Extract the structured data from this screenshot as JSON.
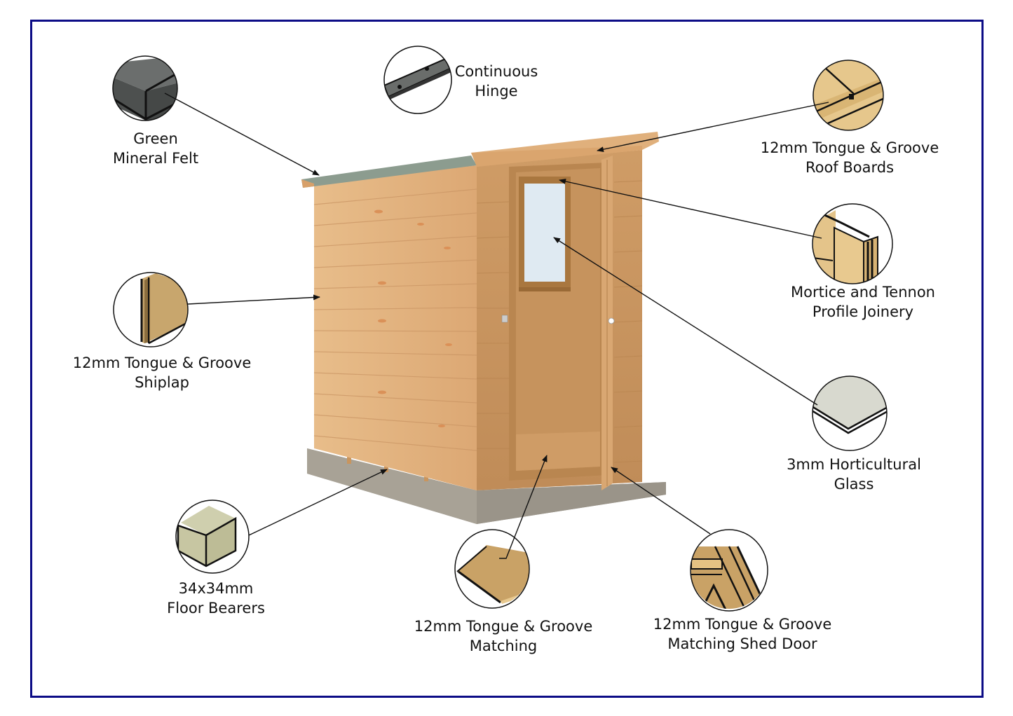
{
  "diagram": {
    "title": "Shed feature callouts",
    "frame_color": "#0c0c86",
    "callouts": [
      {
        "id": "felt",
        "icon": "mineral-felt-icon",
        "lines": [
          "Green",
          "Mineral Felt"
        ]
      },
      {
        "id": "hinge",
        "icon": "continuous-hinge-icon",
        "lines": [
          "Continuous",
          "Hinge"
        ]
      },
      {
        "id": "roof",
        "icon": "roof-boards-icon",
        "lines": [
          "12mm Tongue & Groove",
          "Roof Boards"
        ]
      },
      {
        "id": "joinery",
        "icon": "mortice-tennon-icon",
        "lines": [
          "Mortice and Tennon",
          "Profile Joinery"
        ]
      },
      {
        "id": "shiplap",
        "icon": "shiplap-icon",
        "lines": [
          "12mm Tongue & Groove",
          "Shiplap"
        ]
      },
      {
        "id": "glass",
        "icon": "horticultural-glass-icon",
        "lines": [
          "3mm Horticultural",
          "Glass"
        ]
      },
      {
        "id": "bearers",
        "icon": "floor-bearers-icon",
        "lines": [
          "34x34mm",
          "Floor Bearers"
        ]
      },
      {
        "id": "matching",
        "icon": "matching-board-icon",
        "lines": [
          "12mm Tongue & Groove",
          "Matching"
        ]
      },
      {
        "id": "door",
        "icon": "shed-door-icon",
        "lines": [
          "12mm Tongue & Groove",
          "Matching Shed Door"
        ]
      }
    ]
  }
}
